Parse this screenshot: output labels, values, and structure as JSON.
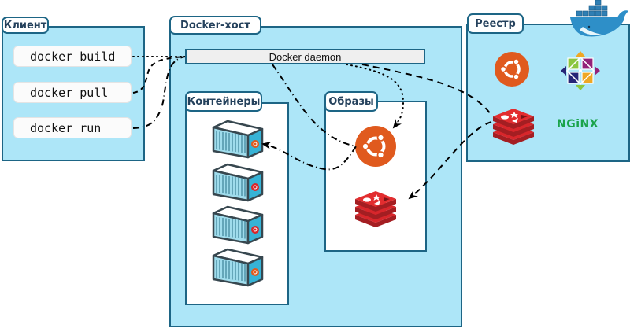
{
  "client": {
    "title": "Клиент",
    "commands": [
      "docker build",
      "docker pull",
      "docker run"
    ]
  },
  "host": {
    "title": "Docker-хост",
    "daemon_label": "Docker daemon",
    "containers": {
      "title": "Контейнеры",
      "count": 4
    },
    "images": {
      "title": "Образы",
      "items": [
        "ubuntu-icon",
        "redis-icon"
      ]
    }
  },
  "registry": {
    "title": "Реестр",
    "items": [
      "ubuntu-icon",
      "centos-icon",
      "redis-icon",
      "nginx-logo"
    ],
    "nginx_label": "NGiNX"
  },
  "colors": {
    "panel_bg": "#ade6f8",
    "border": "#1d6585",
    "title_text": "#24415c",
    "ubuntu": "#e05a1e",
    "redis": "#d8262b",
    "nginx": "#1aa34a",
    "container_body": "#37b3d6"
  },
  "connections": [
    {
      "from": "docker build",
      "to": "Docker daemon",
      "style": "dotted"
    },
    {
      "from": "docker pull",
      "to": "Docker daemon",
      "style": "dashed"
    },
    {
      "from": "docker run",
      "to": "Docker daemon",
      "style": "dash-dot"
    },
    {
      "from": "Docker daemon",
      "to": "images.ubuntu",
      "style": "dotted"
    },
    {
      "from": "Docker daemon",
      "to": "registry.redis -> images.redis",
      "style": "dashed"
    },
    {
      "from": "Docker daemon",
      "to": "images.ubuntu -> containers",
      "style": "dash-dot"
    }
  ]
}
